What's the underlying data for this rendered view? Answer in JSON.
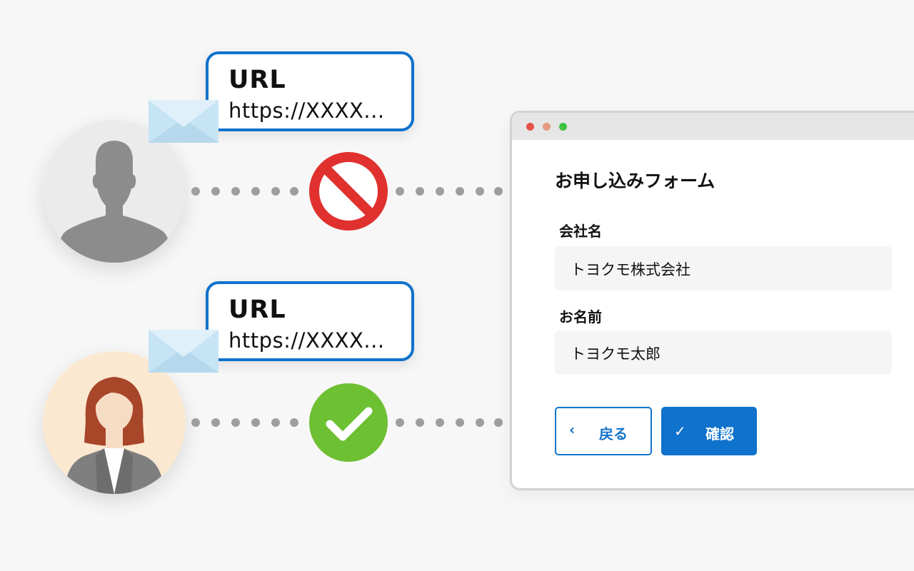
{
  "bubbles": [
    {
      "title": "URL",
      "url": "https://XXXX..."
    },
    {
      "title": "URL",
      "url": "https://XXXX..."
    }
  ],
  "colors": {
    "accent": "#0f72cc",
    "denied": "#e0312f",
    "allowed": "#6ec033",
    "dots": "#9e9e9e"
  },
  "icons": {
    "unknown_user": "silhouette-avatar-icon",
    "registered_user": "woman-avatar-icon",
    "envelope": "envelope-icon",
    "denied": "prohibited-icon",
    "allowed": "checkmark-icon"
  },
  "form": {
    "title": "お申し込みフォーム",
    "fields": [
      {
        "label": "会社名",
        "value": "トヨクモ株式会社"
      },
      {
        "label": "お名前",
        "value": "トヨクモ太郎"
      }
    ],
    "back": {
      "icon": "‹",
      "label": "戻る"
    },
    "confirm": {
      "icon": "✓",
      "label": "確認"
    }
  }
}
